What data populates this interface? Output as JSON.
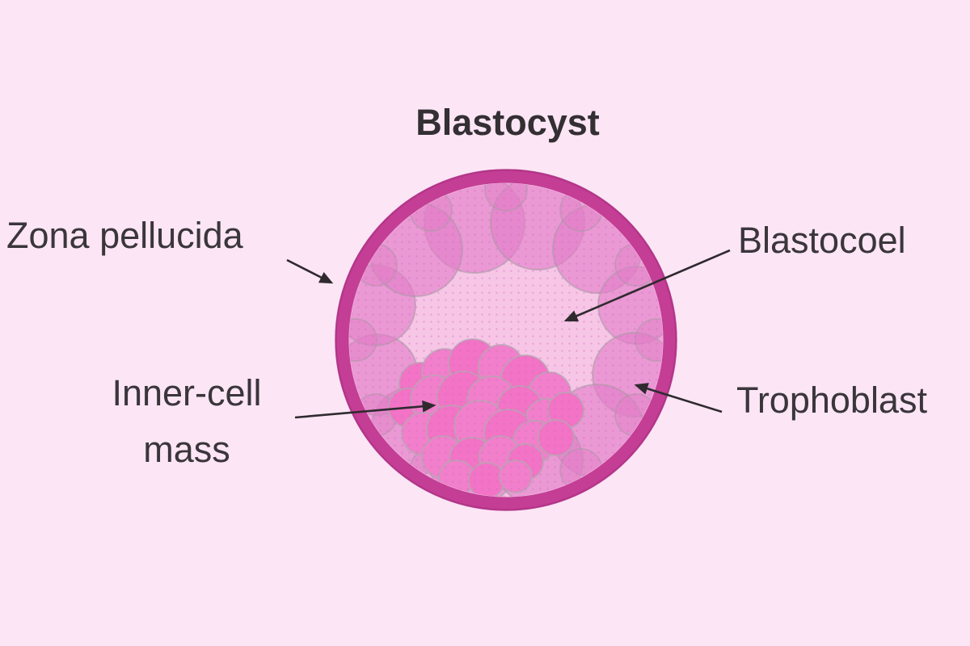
{
  "title": "Blastocyst",
  "labels": {
    "zona_pellucida": "Zona pellucida",
    "inner_cell_mass_line1": "Inner-cell",
    "inner_cell_mass_line2": "mass",
    "blastocoel": "Blastocoel",
    "trophoblast": "Trophoblast"
  },
  "colors": {
    "background": "#fce5f5",
    "ring": "#c43e95",
    "ring_edge": "#aa3182",
    "blastocoel": "#f7c6e7",
    "trophoblast_cell": "#e27ec8",
    "cell_outline": "#a49aa2",
    "inner_cell_mass": "#f373c6",
    "inner_cell_mass_alt": "#f17fcb",
    "icm_outline": "#b2a8b0",
    "dot_texture": "#cf6bb4",
    "label_text": "#3a363b",
    "title_text": "#332f33",
    "arrow": "#2e2a2e"
  }
}
